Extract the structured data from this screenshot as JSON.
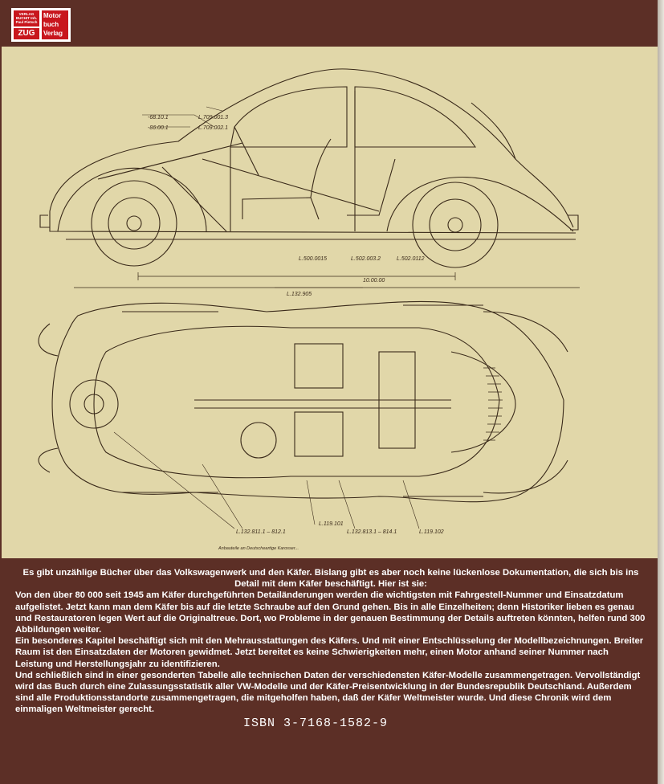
{
  "logo": {
    "publisher_small": "VERLAG BUCHIT Inh. Paul Pietsch",
    "imprint": "ZUG",
    "brand": "Motor buch Verlag"
  },
  "drawing": {
    "side_labels": {
      "ref_1": "-68.10.1",
      "ref_2": "-86.00.1",
      "ref_3": "L.709.001.3",
      "ref_4": "L.709.002.1",
      "ref_5": "L.500.0015",
      "ref_6": "L.502.003.2",
      "ref_7": "L.502.0112",
      "dimension": "10.00.00",
      "wheelbase": "L.132.905"
    },
    "plan_labels": {
      "ref_1": "L.132.811.1 – 812.1",
      "ref_2": "L.119.101",
      "ref_3": "L.132.813.1 – 814.1",
      "ref_4": "L.119.102",
      "note": "Anbauteile an Deutscheartige Karosser..."
    }
  },
  "blurb": {
    "paragraph_1": "Es gibt unzählige Bücher über das Volkswagenwerk und den Käfer. Bislang gibt es aber noch keine lückenlose Dokumentation, die sich bis ins Detail mit dem Käfer beschäftigt. Hier ist sie:",
    "paragraph_2": "Von den über 80 000 seit 1945 am Käfer durchgeführten Detailänderungen werden die wichtigsten mit Fahrgestell-Nummer und Einsatzdatum aufgelistet. Jetzt kann man dem Käfer bis auf die letzte Schraube auf den Grund gehen. Bis in alle Einzelheiten; denn Historiker lieben es genau und Restauratoren legen Wert auf die Originaltreue. Dort, wo Probleme in der genauen Bestimmung der Details auftreten könnten, helfen rund 300 Abbildungen weiter.",
    "paragraph_3": "Ein besonderes Kapitel beschäftigt sich mit den Mehrausstattungen des Käfers. Und mit einer Entschlüsselung der Modellbezeichnungen. Breiter Raum ist den Einsatzdaten der Motoren gewidmet. Jetzt bereitet es keine Schwierigkeiten mehr, einen Motor anhand seiner Nummer nach Leistung und Herstellungsjahr zu identifizieren.",
    "paragraph_4": "Und schließlich sind in einer gesonderten Tabelle alle technischen Daten der verschiedensten Käfer-Modelle zusammengetragen. Vervollständigt wird das Buch durch eine Zulassungsstatistik aller VW-Modelle und der Käfer-Preisentwicklung in der Bundesrepublik Deutschland. Außerdem sind alle Produktionsstandorte zusammengetragen, die mitgeholfen haben, daß der Käfer Weltmeister wurde. Und diese Chronik wird dem einmaligen Weltmeister gerecht."
  },
  "isbn": "ISBN 3-7168-1582-9",
  "colors": {
    "cover": "#5c2f26",
    "panel": "#e1d7a9",
    "ink": "#3a2a1a",
    "logo_red": "#c8161d",
    "text": "#ffffff"
  }
}
